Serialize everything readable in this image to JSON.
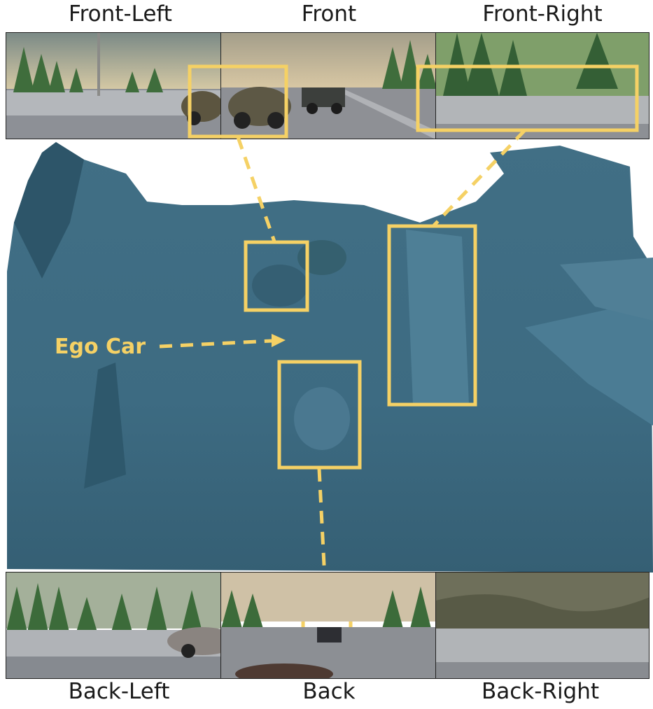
{
  "camera_labels": {
    "front_left": "Front-Left",
    "front": "Front",
    "front_right": "Front-Right",
    "back_left": "Back-Left",
    "back": "Back",
    "back_right": "Back-Right"
  },
  "annotation": {
    "ego_car": "Ego Car"
  },
  "colors": {
    "terrain": "#3e6f87",
    "terrain_dark": "#2c5468",
    "terrain_light": "#5b8aa0",
    "highlight": "#f5d165",
    "sky": "#c9c3a8",
    "road": "#8c8f95",
    "tree": "#3c6b3a"
  }
}
